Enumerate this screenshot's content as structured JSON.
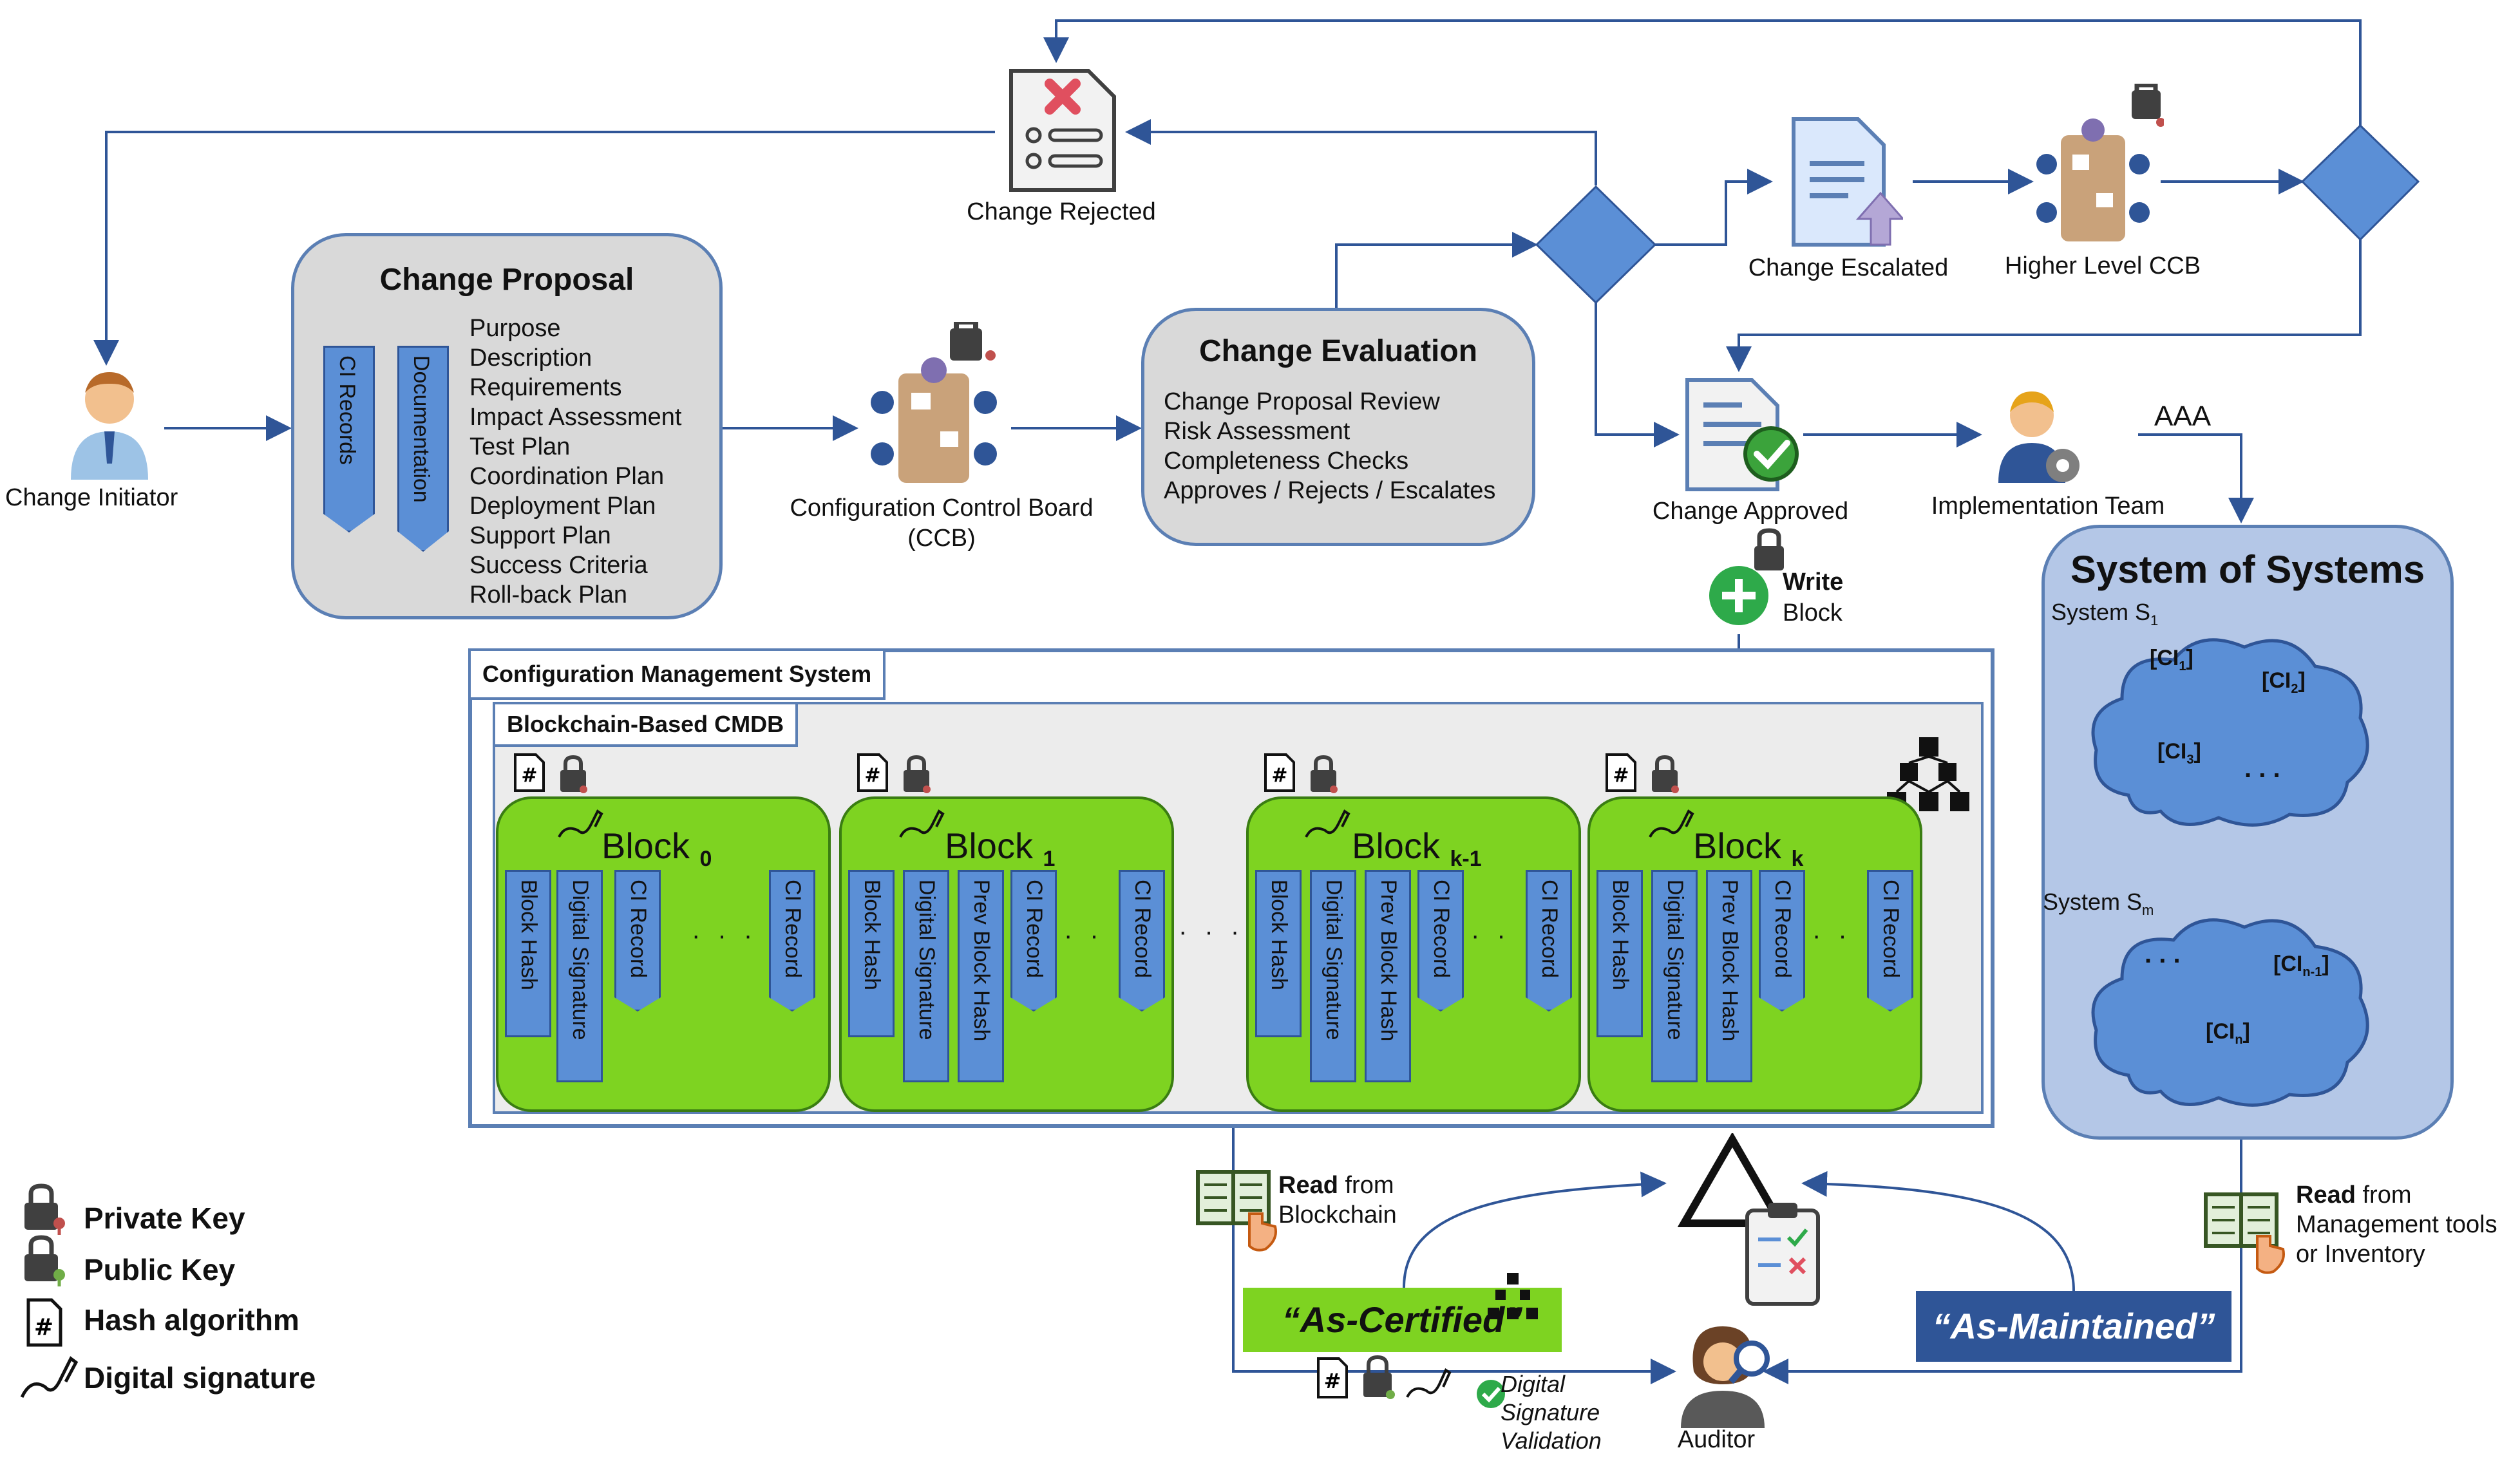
{
  "actors": {
    "change_initiator": "Change Initiator",
    "ccb": "Configuration Control Board",
    "ccb_abbr": "(CCB)",
    "higher_ccb": "Higher Level CCB",
    "implementation_team": "Implementation Team",
    "auditor": "Auditor"
  },
  "change_proposal": {
    "title": "Change Proposal",
    "doc_tabs": [
      "CI Records",
      "Documentation"
    ],
    "items": [
      "Purpose",
      "Description",
      "Requirements",
      "Impact Assessment",
      "Test Plan",
      "Coordination Plan",
      "Deployment Plan",
      "Support Plan",
      "Success Criteria",
      "Roll-back Plan"
    ]
  },
  "change_evaluation": {
    "title": "Change Evaluation",
    "items": [
      "Change Proposal Review",
      "Risk Assessment",
      "Completeness Checks",
      "Approves / Rejects / Escalates"
    ]
  },
  "states": {
    "rejected": "Change Rejected",
    "escalated": "Change Escalated",
    "approved": "Change Approved"
  },
  "write_block": {
    "strong": "Write",
    "rest": "Block"
  },
  "aaa": "AAA",
  "cms": {
    "title": "Configuration Management System",
    "cmdb_title": "Blockchain-Based CMDB",
    "block_word": "Block",
    "blocks": [
      {
        "sub": "0",
        "cols": [
          "Block Hash",
          "Digital Signature",
          "CI Record",
          "CI Record"
        ]
      },
      {
        "sub": "1",
        "cols": [
          "Block Hash",
          "Digital Signature",
          "Prev Block Hash",
          "CI Record",
          "CI Record"
        ]
      },
      {
        "sub": "k-1",
        "cols": [
          "Block Hash",
          "Digital Signature",
          "Prev Block Hash",
          "CI Record",
          "CI Record"
        ]
      },
      {
        "sub": "k",
        "cols": [
          "Block Hash",
          "Digital Signature",
          "Prev Block Hash",
          "CI Record",
          "CI Record"
        ]
      }
    ],
    "ellipsis": "· · ·"
  },
  "sos": {
    "title": "System of Systems",
    "system_1": {
      "name": "System S",
      "sub": "1",
      "cis": [
        {
          "t": "[CI",
          "s": "1",
          "e": "]"
        },
        {
          "t": "[CI",
          "s": "2",
          "e": "]"
        },
        {
          "t": "[CI",
          "s": "3",
          "e": "]"
        }
      ]
    },
    "system_m": {
      "name": "System S",
      "sub": "m",
      "cis": [
        {
          "t": "[CI",
          "s": "n-1",
          "e": "]"
        },
        {
          "t": "[CI",
          "s": "n",
          "e": "]"
        }
      ]
    },
    "ellipsis": ". . ."
  },
  "read_blockchain": {
    "strong": "Read",
    "rest1": " from",
    "rest2": "Blockchain"
  },
  "read_tools": {
    "strong": "Read",
    "rest1": " from",
    "rest2": "Management tools",
    "rest3": "or Inventory"
  },
  "as_certified": "“As-Certified”",
  "as_maintained": "“As-Maintained”",
  "signature_validation": [
    "Digital",
    "Signature",
    "Validation"
  ],
  "legend": [
    "Private Key",
    "Public Key",
    "Hash algorithm",
    "Digital signature"
  ],
  "colors": {
    "accent_blue": "#5b7fb4",
    "dark_blue": "#2f5597",
    "block_green": "#7ed321",
    "sos_fill": "#b4c7e7"
  }
}
